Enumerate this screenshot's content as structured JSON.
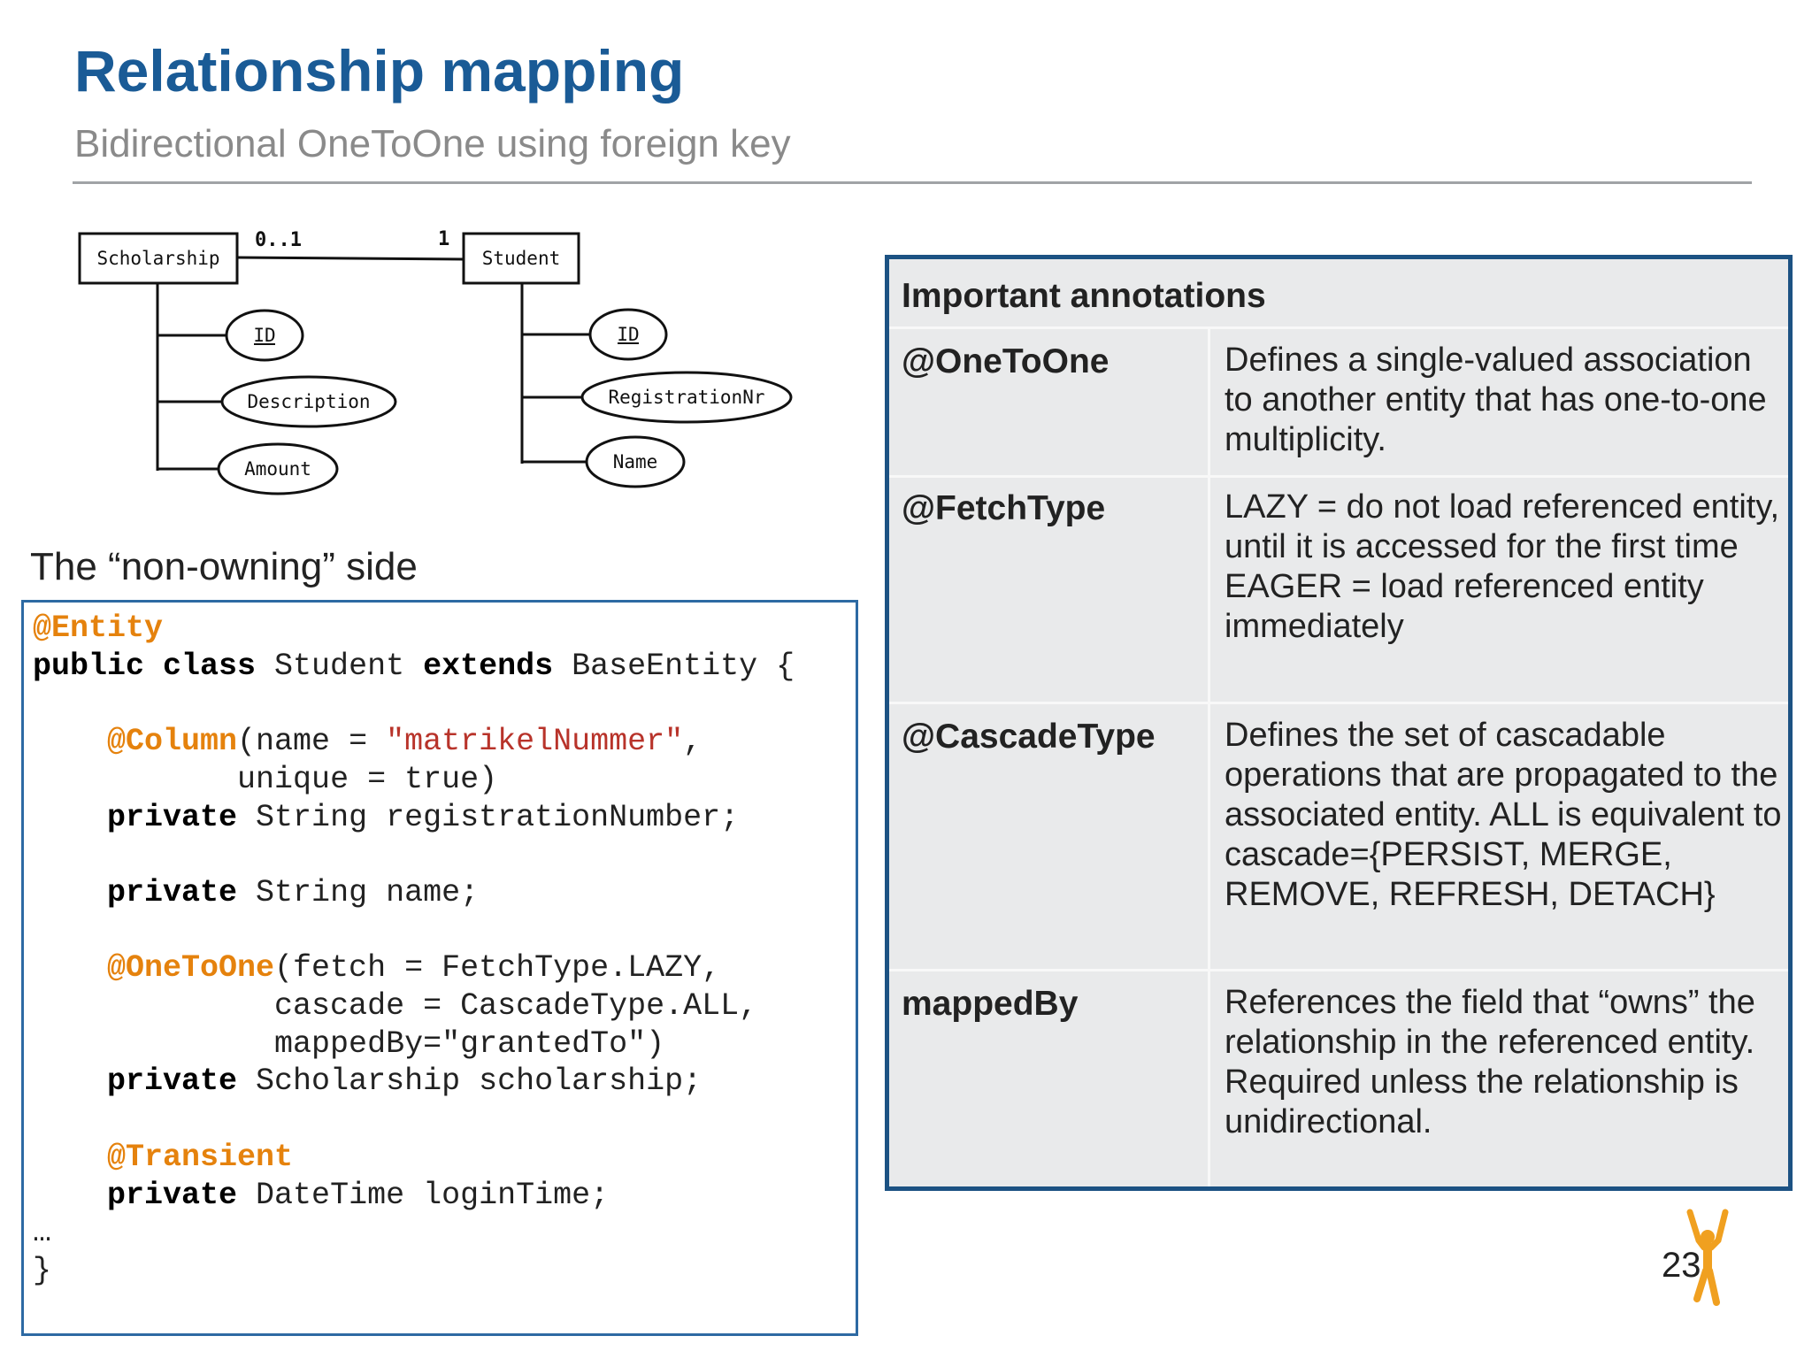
{
  "slide": {
    "title": "Relationship mapping",
    "subtitle": "Bidirectional OneToOne using foreign key",
    "page_number": "23"
  },
  "diagram": {
    "entity_left": "Scholarship",
    "entity_right": "Student",
    "multiplicity_left": "0..1",
    "multiplicity_right": "1",
    "left_attributes": [
      "ID",
      "Description",
      "Amount"
    ],
    "right_attributes": [
      "ID",
      "RegistrationNr",
      "Name"
    ]
  },
  "code_section": {
    "label": "The “non-owning” side",
    "tokens": {
      "entity_ann": "@Entity",
      "public_class": "public class",
      "student_sp": " Student ",
      "extends": "extends",
      "base_entity": " BaseEntity {",
      "column_ann": "@Column",
      "column_name_pre": "(name = ",
      "column_name_val": "\"matrikelNummer\"",
      "comma": ",",
      "unique_true": "unique = true)",
      "private": "private",
      "reg_field": " String registrationNumber;",
      "name_field": " String name;",
      "onetoone_ann": "@OneToOne",
      "fetch_arg": "(fetch = FetchType.LAZY,",
      "cascade_arg": "cascade = CascadeType.ALL,",
      "mapped_arg": "mappedBy=\"grantedTo\")",
      "scholarship_field": " Scholarship scholarship;",
      "transient_ann": "@Transient",
      "login_field": " DateTime loginTime;",
      "ellipsis": "…",
      "close_brace": "}"
    }
  },
  "annotations": {
    "header": "Important annotations",
    "rows": [
      {
        "term": "@OneToOne",
        "definition": "Defines a single-valued association to another entity that has one-to-one multiplicity."
      },
      {
        "term": "@FetchType",
        "definition_lines": [
          "LAZY = do not load referenced entity, until it is accessed for the first time",
          "EAGER = load referenced entity immediately"
        ]
      },
      {
        "term": "@CascadeType",
        "definition": "Defines the set of cascadable operations that are propagated to the associated entity. ALL is equivalent to cascade={PERSIST, MERGE, REMOVE, REFRESH, DETACH}"
      },
      {
        "term": "mappedBy",
        "definition": "References the field that “owns” the relationship in the referenced entity. Required unless the relationship is unidirectional."
      }
    ]
  },
  "colors": {
    "title": "#1a5b96",
    "annotation_keyword": "#e5820d",
    "string_literal": "#b8332a",
    "table_border": "#1c5283",
    "logo": "#f0a020"
  },
  "icons": {
    "logo": "person-arms-raised-icon"
  }
}
